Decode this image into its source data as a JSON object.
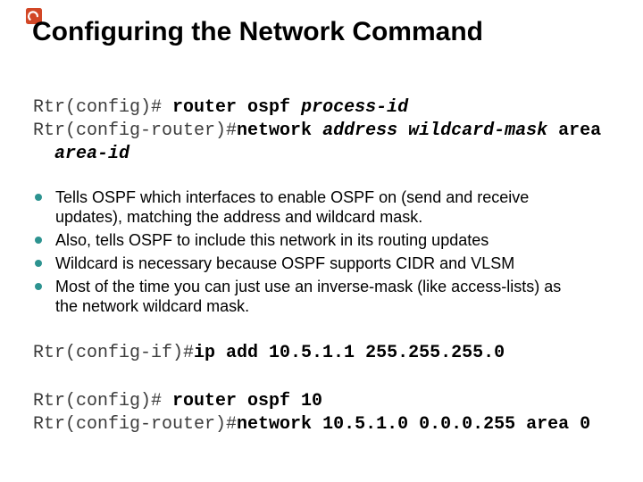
{
  "slide": {
    "title": "Configuring the Network Command",
    "background_color": "#ffffff",
    "text_color": "#000000",
    "bullet_dot_color": "#2d9390",
    "icon_color": "#d24726",
    "icon_name": "powerpoint-icon"
  },
  "code_blocks": [
    {
      "name": "ospf-syntax-block",
      "lines": [
        {
          "indent": 0,
          "segments": [
            {
              "text": "Rtr(config)# ",
              "b": false,
              "i": false
            },
            {
              "text": "router ospf ",
              "b": true,
              "i": false
            },
            {
              "text": "process-id",
              "b": true,
              "i": true
            }
          ]
        },
        {
          "indent": 0,
          "segments": [
            {
              "text": "Rtr(config-router)#",
              "b": false,
              "i": false
            },
            {
              "text": "network ",
              "b": true,
              "i": false
            },
            {
              "text": "address wildcard-mask",
              "b": true,
              "i": true
            },
            {
              "text": " area",
              "b": true,
              "i": false
            }
          ]
        },
        {
          "indent": 1,
          "segments": [
            {
              "text": "area-id",
              "b": true,
              "i": true
            }
          ]
        }
      ]
    },
    {
      "name": "ip-address-block",
      "lines": [
        {
          "indent": 0,
          "segments": [
            {
              "text": "Rtr(config-if)#",
              "b": false,
              "i": false
            },
            {
              "text": "ip add 10.5.1.1 255.255.255.0",
              "b": true,
              "i": false
            }
          ]
        }
      ]
    },
    {
      "name": "router-ospf-example-block",
      "lines": [
        {
          "indent": 0,
          "segments": [
            {
              "text": "Rtr(config)# ",
              "b": false,
              "i": false
            },
            {
              "text": "router ospf 10",
              "b": true,
              "i": false
            }
          ]
        },
        {
          "indent": 0,
          "segments": [
            {
              "text": "Rtr(config-router)#",
              "b": false,
              "i": false
            },
            {
              "text": "network 10.5.1.0 0.0.0.255 area 0",
              "b": true,
              "i": false
            }
          ]
        }
      ]
    }
  ],
  "bullets": [
    {
      "lines": [
        "Tells OSPF which interfaces to enable OSPF on (send and receive",
        "updates), matching the address and wildcard mask."
      ]
    },
    {
      "lines": [
        "Also, tells OSPF to include this network in its routing updates"
      ]
    },
    {
      "lines": [
        "Wildcard is necessary because OSPF supports CIDR and VLSM"
      ]
    },
    {
      "lines": [
        "Most of the time you can just use an inverse-mask (like access-lists) as",
        "the network wildcard mask."
      ]
    }
  ]
}
